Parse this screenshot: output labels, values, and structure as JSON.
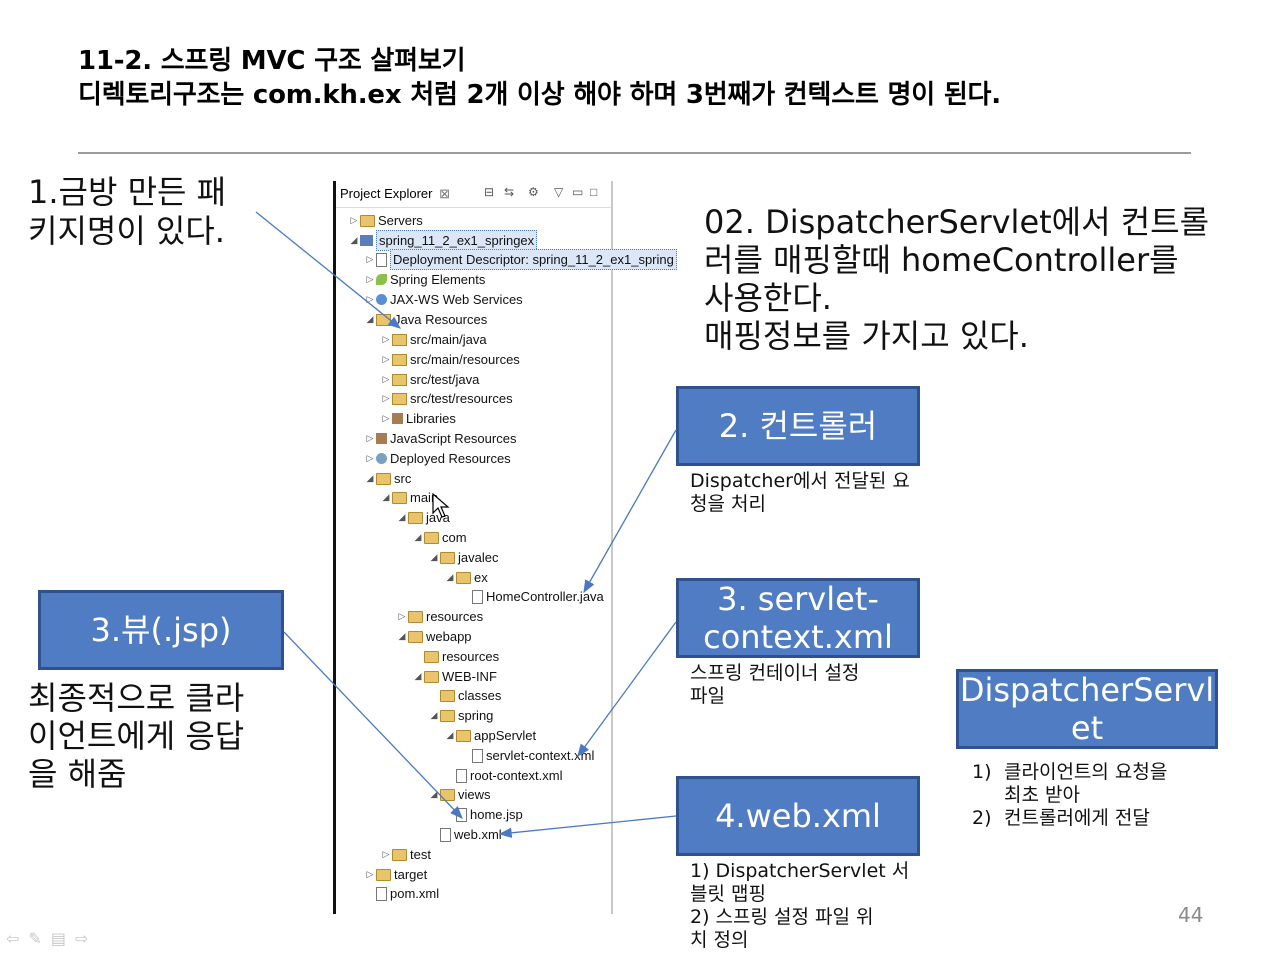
{
  "slide": {
    "title_line1": "11-2. 스프링 MVC 구조 살펴보기",
    "title_line2": "디렉토리구조는 com.kh.ex 처럼 2개 이상 해야 하며 3번째가 컨텍스트 명이 된다.",
    "page_number": "44"
  },
  "notes": {
    "package_line1": "1.금방 만든 패",
    "package_line2": "키지명이 있다.",
    "dispatcher_line1": "02. DispatcherServlet에서 컨트롤",
    "dispatcher_line2": "러를 매핑할때 homeController를",
    "dispatcher_line3": "사용한다.",
    "dispatcher_line4": "매핑정보를 가지고 있다.",
    "view_line1": "최종적으로 클라",
    "view_line2": "이언트에게 응답",
    "view_line3": "을 해줌"
  },
  "boxes": {
    "controller": {
      "label": "2. 컨트롤러",
      "cap1": "Dispatcher에서 전달된 요",
      "cap2": "청을 처리"
    },
    "servlet_context": {
      "label1": "3. servlet-",
      "label2": "context.xml",
      "cap1": "스프링 컨테이너 설정",
      "cap2": "파일"
    },
    "webxml": {
      "label": "4.web.xml",
      "cap1": "1) DispatcherServlet 서",
      "cap2": "블릿 맵핑",
      "cap3": "2) 스프링 설정 파일 위",
      "cap4": "치 정의"
    },
    "view": {
      "label": "3.뷰(.jsp)"
    },
    "dispatcher": {
      "label1": "DispatcherServl",
      "label2": "et",
      "item1a": "1)",
      "item1b": "클라이언트의 요청을",
      "item1c": "최초 받아",
      "item2a": "2)",
      "item2b": "컨트롤러에게 전달"
    }
  },
  "explorer": {
    "tab_label": "Project Explorer",
    "close_glyph": "⊠",
    "rows": [
      {
        "text": "Servers",
        "icon": "folder"
      },
      {
        "text": "spring_11_2_ex1_springex",
        "icon": "project"
      },
      {
        "text": "Deployment Descriptor: spring_11_2_ex1_spring",
        "icon": "descriptor"
      },
      {
        "text": "Spring Elements",
        "icon": "spring-leaf"
      },
      {
        "text": "JAX-WS Web Services",
        "icon": "globe"
      },
      {
        "text": "Java Resources",
        "icon": "java-folder"
      },
      {
        "text": "src/main/java",
        "icon": "package-folder"
      },
      {
        "text": "src/main/resources",
        "icon": "package-folder"
      },
      {
        "text": "src/test/java",
        "icon": "package-folder"
      },
      {
        "text": "src/test/resources",
        "icon": "package-folder"
      },
      {
        "text": "Libraries",
        "icon": "library"
      },
      {
        "text": "JavaScript Resources",
        "icon": "library"
      },
      {
        "text": "Deployed Resources",
        "icon": "gear"
      },
      {
        "text": "src",
        "icon": "folder"
      },
      {
        "text": "main",
        "icon": "folder"
      },
      {
        "text": "java",
        "icon": "folder"
      },
      {
        "text": "com",
        "icon": "folder"
      },
      {
        "text": "javalec",
        "icon": "folder"
      },
      {
        "text": "ex",
        "icon": "folder"
      },
      {
        "text": "HomeController.java",
        "icon": "java-file"
      },
      {
        "text": "resources",
        "icon": "folder"
      },
      {
        "text": "webapp",
        "icon": "folder"
      },
      {
        "text": "resources",
        "icon": "folder"
      },
      {
        "text": "WEB-INF",
        "icon": "folder"
      },
      {
        "text": "classes",
        "icon": "folder"
      },
      {
        "text": "spring",
        "icon": "folder"
      },
      {
        "text": "appServlet",
        "icon": "folder"
      },
      {
        "text": "servlet-context.xml",
        "icon": "spring-file"
      },
      {
        "text": "root-context.xml",
        "icon": "spring-file"
      },
      {
        "text": "views",
        "icon": "folder"
      },
      {
        "text": "home.jsp",
        "icon": "file"
      },
      {
        "text": "web.xml",
        "icon": "xml-file"
      },
      {
        "text": "test",
        "icon": "folder"
      },
      {
        "text": "target",
        "icon": "folder"
      },
      {
        "text": "pom.xml",
        "icon": "file"
      }
    ]
  },
  "colors": {
    "box_fill": "#4f7cc2",
    "box_border": "#2f528f",
    "arrow": "#4a79c4",
    "rule": "#9a9a9a"
  }
}
